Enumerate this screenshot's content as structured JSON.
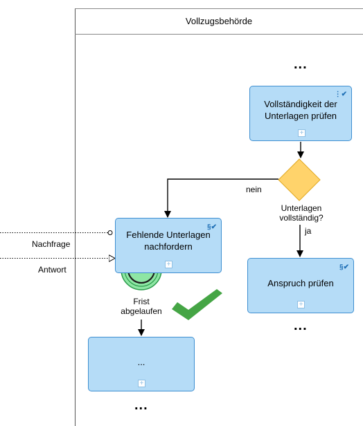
{
  "lane": {
    "title": "Vollzugsbehörde"
  },
  "tasks": {
    "check_completeness": "Vollständigkeit der Unterlagen prüfen",
    "request_missing": "Fehlende Unterlagen nachfordern",
    "check_claim": "Anspruch prüfen",
    "next_task": "..."
  },
  "labels": {
    "no": "nein",
    "gateway_question": "Unterlagen vollständig?",
    "yes": "ja",
    "inquiry": "Nachfrage",
    "answer": "Antwort",
    "deadline": "Frist abgelaufen"
  },
  "ellipsis": "...",
  "markers": {
    "script": "⋮✔",
    "rule": "§✔",
    "plus": "+"
  },
  "icons": {
    "timer": "timer-boundary-event-icon",
    "checkmark": "green-checkmark-icon"
  },
  "colors": {
    "task_fill": "#b5dcf7",
    "task_border": "#3d8ed0",
    "gateway_fill": "#ffd36b",
    "timer_fill": "#8ee6a4",
    "checkmark": "#45a545"
  }
}
